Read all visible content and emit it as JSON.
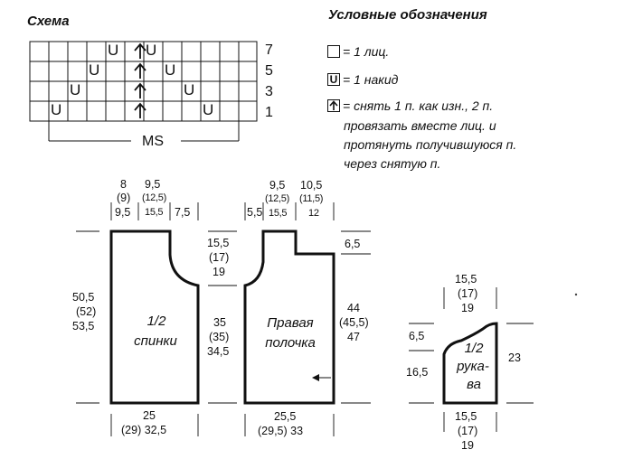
{
  "schema_title": "Схема",
  "legend_title": "Условные обозначения",
  "chart": {
    "row_labels": [
      "7",
      "5",
      "3",
      "1"
    ],
    "yo_symbol": "U",
    "repeat_label": "MS"
  },
  "legend": {
    "knit": "= 1 лиц.",
    "yo": "= 1 накид",
    "dec_line1": "=  снять 1 п. как изн., 2 п.",
    "dec_line2": "провязать вместе лиц. и",
    "dec_line3": "протянуть получившуюся п.",
    "dec_line4": "через снятую п."
  },
  "back": {
    "label_line1": "1/2",
    "label_line2": "спинки",
    "top_left_1": "8",
    "top_left_2": "(9)",
    "top_left_3": "9,5",
    "top_mid_1": "9,5",
    "top_mid_2": "(12,5)",
    "top_mid_3": "15,5",
    "top_right": "7,5",
    "height_1": "50,5",
    "height_2": "(52)",
    "height_3": "53,5",
    "neck_1": "15,5",
    "neck_2": "(17)",
    "neck_3": "19",
    "side_1": "35",
    "side_2": "(35)",
    "side_3": "34,5",
    "width_1": "25",
    "width_2": "(29) 32,5"
  },
  "front": {
    "label_line1": "Правая",
    "label_line2": "полочка",
    "top_left": "5,5",
    "top_mid_1": "9,5",
    "top_mid_2": "(12,5)",
    "top_mid_3": "15,5",
    "top_right_1": "10,5",
    "top_right_2": "(11,5)",
    "top_right_3": "12",
    "step": "6,5",
    "side_1": "44",
    "side_2": "(45,5)",
    "side_3": "47",
    "width_1": "25,5",
    "width_2": "(29,5) 33"
  },
  "sleeve": {
    "label_line1": "1/2",
    "label_line2": "рука-",
    "label_line3": "ва",
    "top_1": "15,5",
    "top_2": "(17)",
    "top_3": "19",
    "cap": "6,5",
    "body": "16,5",
    "right": "23",
    "bottom_1": "15,5",
    "bottom_2": "(17)",
    "bottom_3": "19"
  }
}
